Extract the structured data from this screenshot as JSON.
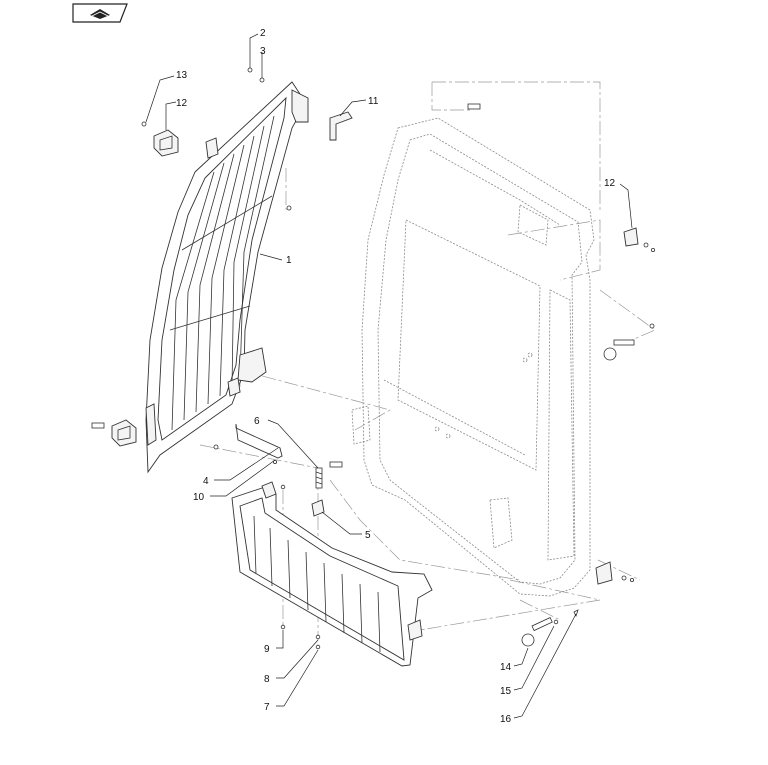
{
  "callouts": [
    {
      "id": "1",
      "label": "1"
    },
    {
      "id": "2",
      "label": "2"
    },
    {
      "id": "3",
      "label": "3"
    },
    {
      "id": "4",
      "label": "4"
    },
    {
      "id": "5",
      "label": "5"
    },
    {
      "id": "6",
      "label": "6"
    },
    {
      "id": "7",
      "label": "7"
    },
    {
      "id": "8",
      "label": "8"
    },
    {
      "id": "9",
      "label": "9"
    },
    {
      "id": "10",
      "label": "10"
    },
    {
      "id": "11",
      "label": "11"
    },
    {
      "id": "12a",
      "label": "12"
    },
    {
      "id": "12b",
      "label": "12"
    },
    {
      "id": "13",
      "label": "13"
    },
    {
      "id": "14",
      "label": "14"
    },
    {
      "id": "15",
      "label": "15"
    },
    {
      "id": "16",
      "label": "16"
    }
  ],
  "badge": {
    "icon": "book-with-hand-icon"
  }
}
